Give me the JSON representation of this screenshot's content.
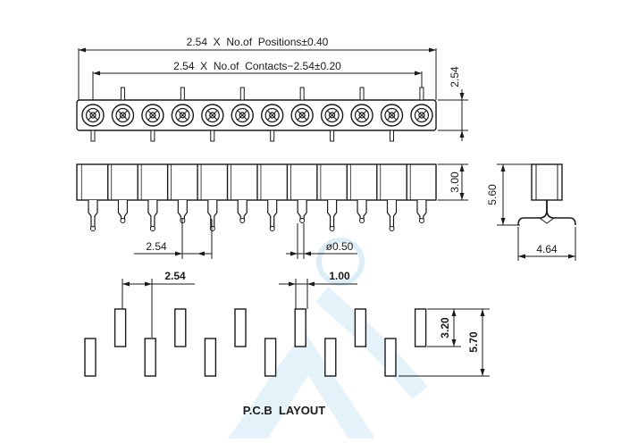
{
  "drawing": {
    "top_view": {
      "dim_positions": "2.54  X  No.of  Positions±0.40",
      "dim_contacts": "2.54  X  No.of  Contacts−2.54±0.20",
      "dim_height": "2.54",
      "contact_count": 12
    },
    "front_view": {
      "dim_body_height": "3.00",
      "dim_pitch": "2.54",
      "dim_pin_dia": "ø0.50"
    },
    "side_view": {
      "dim_total_height": "5.60",
      "dim_width": "4.64"
    },
    "pcb_layout": {
      "title": "P.C.B  LAYOUT",
      "dim_pitch": "2.54",
      "dim_pad_width": "1.00",
      "dim_pad_length": "3.20",
      "dim_row_span": "5.70"
    },
    "colors": {
      "line": "#1a1a1a",
      "watermark": "#bfe0f2"
    }
  }
}
